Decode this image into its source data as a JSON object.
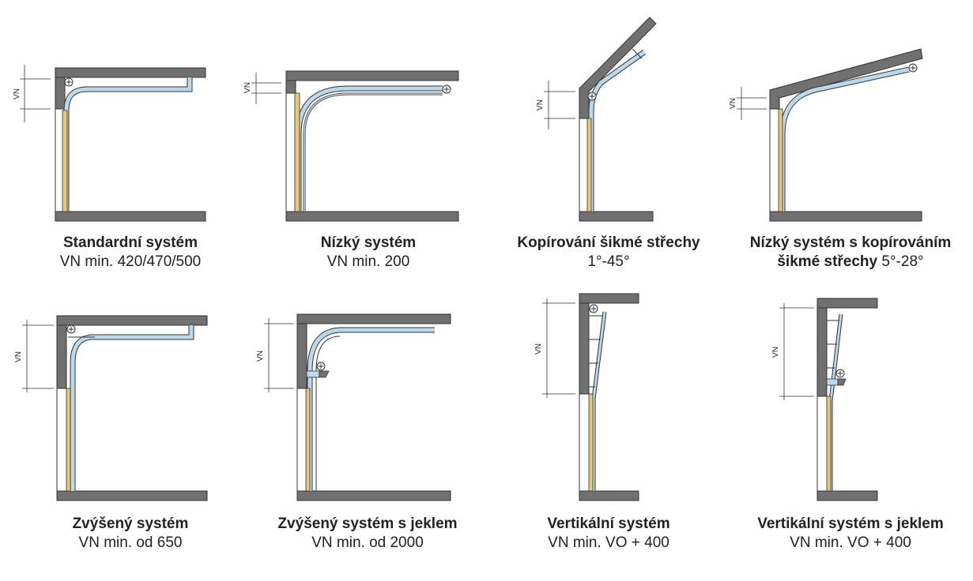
{
  "dimension_label": "VN",
  "panels": [
    {
      "title": "Standardní systém",
      "subtitle": "VN min. 420/470/500"
    },
    {
      "title": "Nízký systém",
      "subtitle": "VN min. 200"
    },
    {
      "title": "Kopírování šikmé střechy",
      "subtitle": "1°-45°"
    },
    {
      "title": "Nízký systém s kopírováním",
      "title_line2": "šikmé střechy",
      "subtitle": "5°-28°"
    },
    {
      "title": "Zvýšený systém",
      "subtitle": "VN min. od 650"
    },
    {
      "title": "Zvýšený systém s jeklem",
      "subtitle": "VN min. od 2000"
    },
    {
      "title": "Vertikální systém",
      "subtitle": "VN min. VO + 400"
    },
    {
      "title": "Vertikální systém s jeklem",
      "subtitle": "VN min. VO + 400"
    }
  ],
  "colors": {
    "wall": "#707070",
    "door": "#e8c878",
    "track": "#bcd8ec",
    "line": "#333333"
  }
}
